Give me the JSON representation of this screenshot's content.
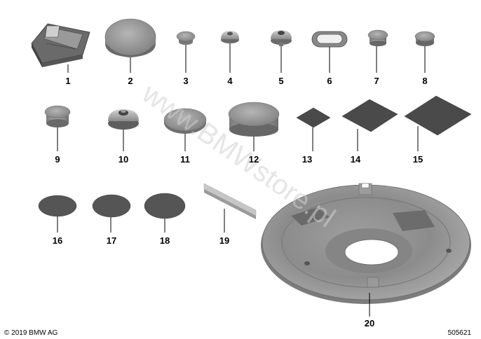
{
  "parts": [
    {
      "id": "1",
      "shape": "clip-bracket"
    },
    {
      "id": "2",
      "shape": "large-cap"
    },
    {
      "id": "3",
      "shape": "small-stepped-plug"
    },
    {
      "id": "4",
      "shape": "dome-plug"
    },
    {
      "id": "5",
      "shape": "dome-plug-with-stem"
    },
    {
      "id": "6",
      "shape": "oval-grommet"
    },
    {
      "id": "7",
      "shape": "small-cap-plug"
    },
    {
      "id": "8",
      "shape": "small-flat-plug"
    },
    {
      "id": "9",
      "shape": "cylindrical-plug"
    },
    {
      "id": "10",
      "shape": "large-dome-plug"
    },
    {
      "id": "11",
      "shape": "flat-disc"
    },
    {
      "id": "12",
      "shape": "large-cylindrical-cap"
    },
    {
      "id": "13",
      "shape": "small-square-pad"
    },
    {
      "id": "14",
      "shape": "medium-square-pad"
    },
    {
      "id": "15",
      "shape": "large-square-pad"
    },
    {
      "id": "16",
      "shape": "round-patch-small"
    },
    {
      "id": "17",
      "shape": "round-patch-medium"
    },
    {
      "id": "18",
      "shape": "round-patch-large"
    },
    {
      "id": "19",
      "shape": "adhesive-strip"
    },
    {
      "id": "20",
      "shape": "splash-shield-disc"
    }
  ],
  "watermark": "www.BMWstore.pl",
  "footer": {
    "copyright": "© 2019 BMW AG",
    "diagram_id": "505621"
  },
  "colors": {
    "part_grey": "#9a9a9a",
    "part_light": "#c4c4c4",
    "part_dark": "#5a5a5a",
    "pad_fill": "#4a4a4a"
  }
}
